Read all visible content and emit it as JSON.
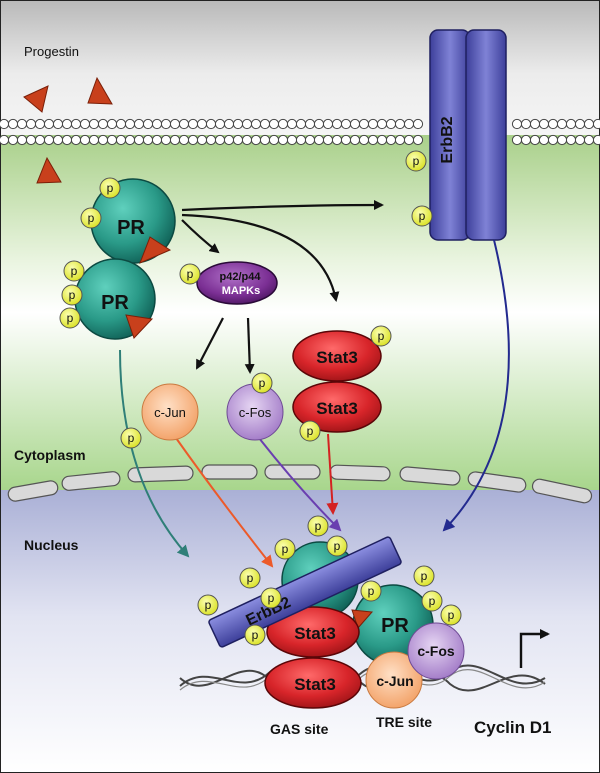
{
  "regions": {
    "extracellular_label": "Progestin",
    "cytoplasm_label": "Cytoplasm",
    "nucleus_label": "Nucleus"
  },
  "molecules": {
    "pr": "PR",
    "erbb2": "ErbB2",
    "mapk_line1": "p42/p44",
    "mapk_line2": "MAPKs",
    "stat3": "Stat3",
    "cjun": "c-Jun",
    "cfos": "c-Fos",
    "phospho": "p"
  },
  "dna": {
    "gas_site": "GAS site",
    "tre_site": "TRE site",
    "gene": "Cyclin D1"
  },
  "colors": {
    "pr": "#2e9e8c",
    "erbb2": "#5a5cb8",
    "stat3": "#d8252a",
    "mapk": "#7b2f94",
    "cjun": "#f6b27c",
    "cfos": "#b491d0",
    "phospho": "#eef23a",
    "progestin": "#c8401c",
    "arrow_black": "#111111",
    "arrow_pr": "#2f7f78",
    "arrow_cjun": "#ec5a2a",
    "arrow_cfos": "#6a3fb0",
    "arrow_stat3": "#d42222",
    "arrow_erbb2": "#232a8f"
  }
}
